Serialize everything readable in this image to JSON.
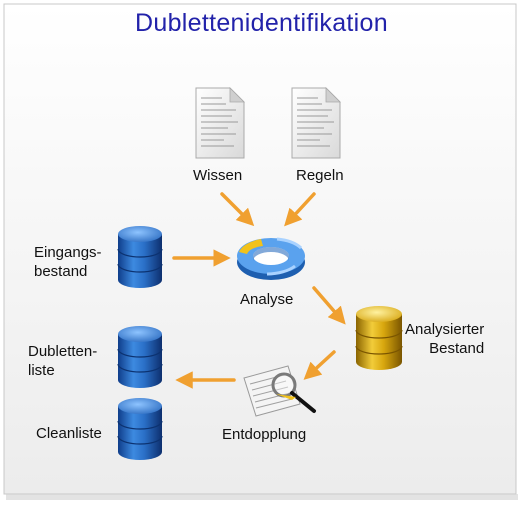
{
  "title": "Dublettenidentifikation",
  "nodes": {
    "wissen": "Wissen",
    "regeln": "Regeln",
    "eingangsbestand": [
      "Eingangs-",
      "bestand"
    ],
    "analyse": "Analyse",
    "analysierter_bestand": [
      "Analysierter",
      "Bestand"
    ],
    "dublettenliste": [
      "Dubletten-",
      "liste"
    ],
    "cleanliste": "Cleanliste",
    "entdopplung": "Entdopplung"
  },
  "colors": {
    "title": "#2222aa",
    "database_blue": "#2a6fc7",
    "database_gold": "#d8a70e",
    "arrow": "#f0a030",
    "page_bg": "#fafafa"
  }
}
